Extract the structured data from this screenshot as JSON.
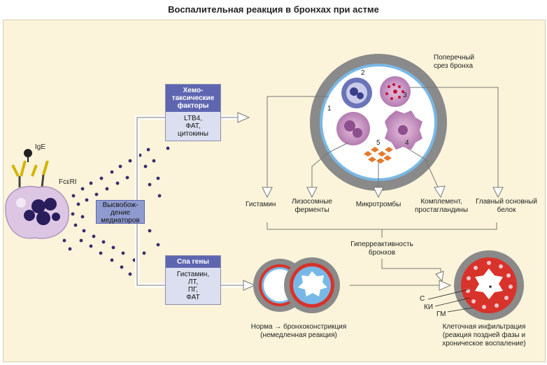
{
  "title": "Воспалительная реакция в бронхах при астме",
  "mast_cell": {
    "ige_label": "IgE",
    "receptor_label": "FcεRI"
  },
  "release_box": "Высвобож-\nдение\nмедиаторов",
  "chemotactic_box": {
    "header": "Хемо-\nтаксические\nфакторы",
    "body": "LTB4,\nФАТ,\nцитокины"
  },
  "spasmogen_box": {
    "header": "Спа      гены",
    "body": "Гистамин,\nЛТ,\nПГ,\nФАТ"
  },
  "bronchus_section_label": "Поперечный\nсрез бронха",
  "cell_numbers": [
    "1",
    "2",
    "3",
    "4",
    "5"
  ],
  "mediators": [
    "Гистамин",
    "Лизосомные\nферменты",
    "Микротромбы",
    "Комплемент,\nпростагландины",
    "Главный основный\nбелок"
  ],
  "hyperreactivity": "Гиперреактивность\nбронхов",
  "norm_caption": "Норма → бронхоконстрикция\n(немедленная реакция)",
  "infiltration_caption": "Клеточная инфильтрация\n(реакция поздней фазы и\nхроническое воспаление)",
  "wall_labels": {
    "c": "С",
    "ki": "КИ",
    "gm": "ГМ"
  },
  "colors": {
    "background": "#fbf4da",
    "box_header": "#5f66b0",
    "box_body": "#dcdff0",
    "mediator_dots": "#3a2d6e",
    "bronchus_wall": "#8a8a8a",
    "muscle_red": "#d8332a"
  }
}
